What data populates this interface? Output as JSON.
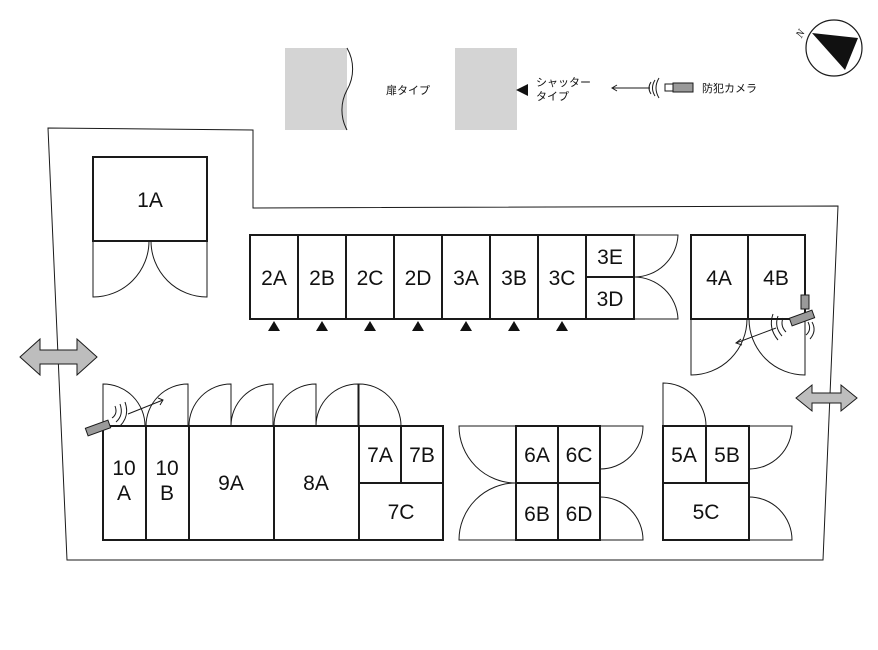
{
  "legend": {
    "door_type": "扉タイプ",
    "shutter_type_line1": "シャッター",
    "shutter_type_line2": "タイプ",
    "security_camera": "防犯カメラ"
  },
  "compass": {
    "label": "N"
  },
  "units": {
    "u1A": "1A",
    "u2A": "2A",
    "u2B": "2B",
    "u2C": "2C",
    "u2D": "2D",
    "u3A": "3A",
    "u3B": "3B",
    "u3C": "3C",
    "u3E": "3E",
    "u3D": "3D",
    "u4A": "4A",
    "u4B": "4B",
    "u10A_1": "10",
    "u10A_2": "A",
    "u10B_1": "10",
    "u10B_2": "B",
    "u9A": "9A",
    "u8A": "8A",
    "u7A": "7A",
    "u7B": "7B",
    "u7C": "7C",
    "u6A": "6A",
    "u6C": "6C",
    "u6B": "6B",
    "u6D": "6D",
    "u5A": "5A",
    "u5B": "5B",
    "u5C": "5C"
  },
  "colors": {
    "line": "#1a1a1a",
    "swatch": "#d4d4d4",
    "arrow_fill": "#bdbdbd",
    "camera_fill": "#9a9a9a"
  }
}
